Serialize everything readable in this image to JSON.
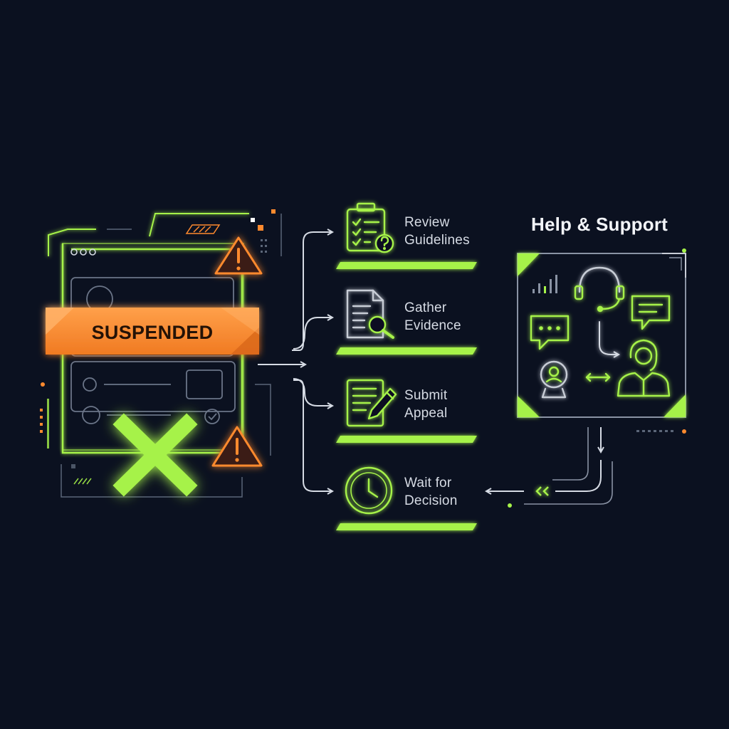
{
  "suspended_panel": {
    "banner_text": "SUSPENDED"
  },
  "steps": [
    {
      "line1": "Review",
      "line2": "Guidelines",
      "icon": "clipboard-checklist-icon"
    },
    {
      "line1": "Gather",
      "line2": "Evidence",
      "icon": "document-magnifier-icon"
    },
    {
      "line1": "Submit",
      "line2": "Appeal",
      "icon": "document-pencil-icon"
    },
    {
      "line1": "Wait for",
      "line2": "Decision",
      "icon": "clock-icon"
    }
  ],
  "support": {
    "title": "Help & Support",
    "icons": [
      "headset-icon",
      "chat-bubble-icon",
      "speech-bubble-icon",
      "agent-avatar-icon",
      "user-avatar-icon",
      "swap-arrows-icon"
    ]
  },
  "colors": {
    "background": "#0b1120",
    "accent_green": "#a6f24a",
    "warning_orange": "#ff8a2e",
    "line_grey": "#c8cdd6"
  }
}
